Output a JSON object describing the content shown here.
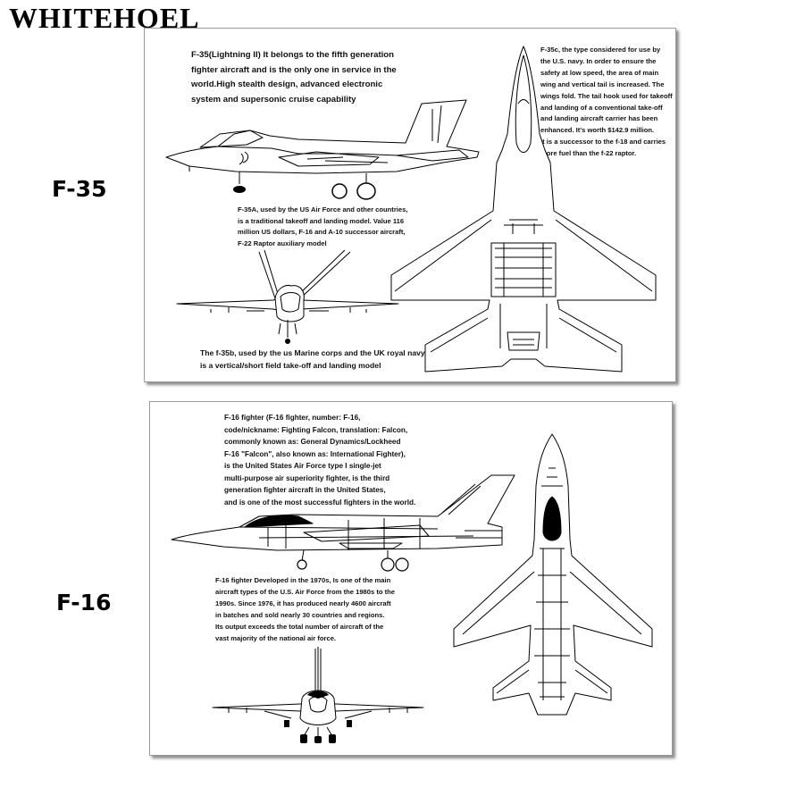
{
  "brand": "WHITEHOEL",
  "labels": {
    "f35": "F-35",
    "f16": "F-16"
  },
  "f35_panel": {
    "intro": "F-35(Lightning II) It belongs to the fifth generation\nfighter aircraft and is the only one in service in the\nworld.High stealth design, advanced electronic\nsystem and supersonic cruise capability",
    "f35c": "F-35c, the type considered for use by\nthe U.S. navy. In order to ensure the\nsafety at low speed, the area of main\nwing and vertical tail is increased. The\nwings fold. The tail hook used for takeoff\nand landing of a conventional take-off\nand landing aircraft carrier has been\nenhanced. It's worth $142.9 million.\nIt is a successor to the f-18 and carries\nmore fuel than the f-22 raptor.",
    "f35a": "F-35A, used by the US Air Force and other countries,\nis a traditional takeoff and landing model. Value 116\nmillion US dollars, F-16 and A-10 successor aircraft,\nF-22 Raptor auxiliary model",
    "f35b": "The f-35b, used by the us Marine corps and the UK royal navy,\nis a vertical/short field take-off and landing model"
  },
  "f16_panel": {
    "intro": "F-16 fighter (F-16 fighter, number: F-16,\ncode/nickname: Fighting Falcon, translation: Falcon,\ncommonly known as: General Dynamics/Lockheed\nF-16 \"Falcon\", also known as: International Fighter),\nis the United States Air Force type I single-jet\nmulti-purpose air superiority fighter, is the third\ngeneration fighter aircraft in the United States,\nand is one of the most successful fighters in the world.",
    "history": "F-16 fighter Developed in the 1970s, Is one of the main\naircraft types of the U.S. Air Force from the 1980s to the\n1990s. Since 1976, it has produced nearly 4600 aircraft\nin batches and sold nearly 30 countries and regions.\nIts output exceeds the total number of aircraft of the\nvast majority of the national air force."
  }
}
